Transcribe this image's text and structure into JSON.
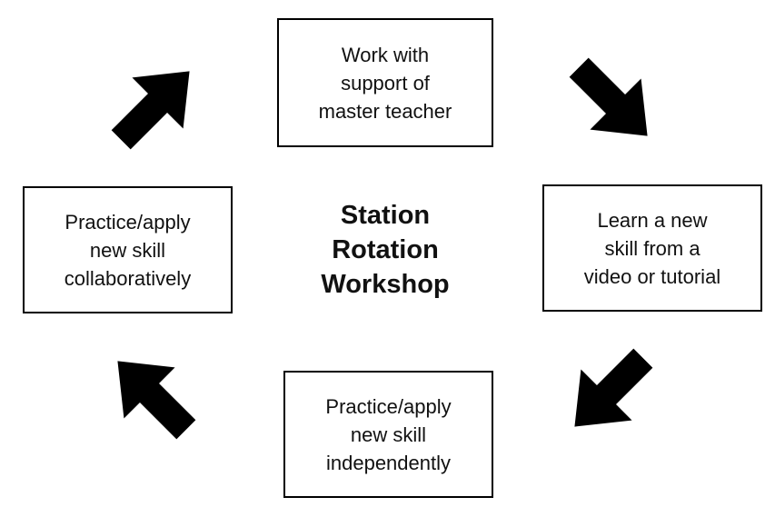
{
  "diagram_title": "Station Rotation Workshop",
  "center": {
    "lines": [
      "Station",
      "Rotation",
      "Workshop"
    ]
  },
  "boxes": {
    "top": {
      "label": "Work with support of master teacher",
      "lines": [
        "Work with",
        "support of",
        "master teacher"
      ]
    },
    "right": {
      "label": "Learn a new skill from a video or tutorial",
      "lines": [
        "Learn a new",
        "skill from a",
        "video or tutorial"
      ]
    },
    "bottom": {
      "label": "Practice/apply new skill independently",
      "lines": [
        "Practice/apply",
        "new skill",
        "independently"
      ]
    },
    "left": {
      "label": "Practice/apply new skill collaboratively",
      "lines": [
        "Practice/apply",
        "new skill",
        "collaboratively"
      ]
    }
  },
  "arrows": [
    {
      "position": "top-left",
      "direction": "up-right"
    },
    {
      "position": "top-right",
      "direction": "down-right"
    },
    {
      "position": "bottom-right",
      "direction": "down-left"
    },
    {
      "position": "bottom-left",
      "direction": "up-left"
    }
  ],
  "flow": [
    "top",
    "right",
    "bottom",
    "left"
  ],
  "colors": {
    "ink": "#000000",
    "background": "#ffffff",
    "box_border": "#000000",
    "box_fill": "#ffffff"
  }
}
